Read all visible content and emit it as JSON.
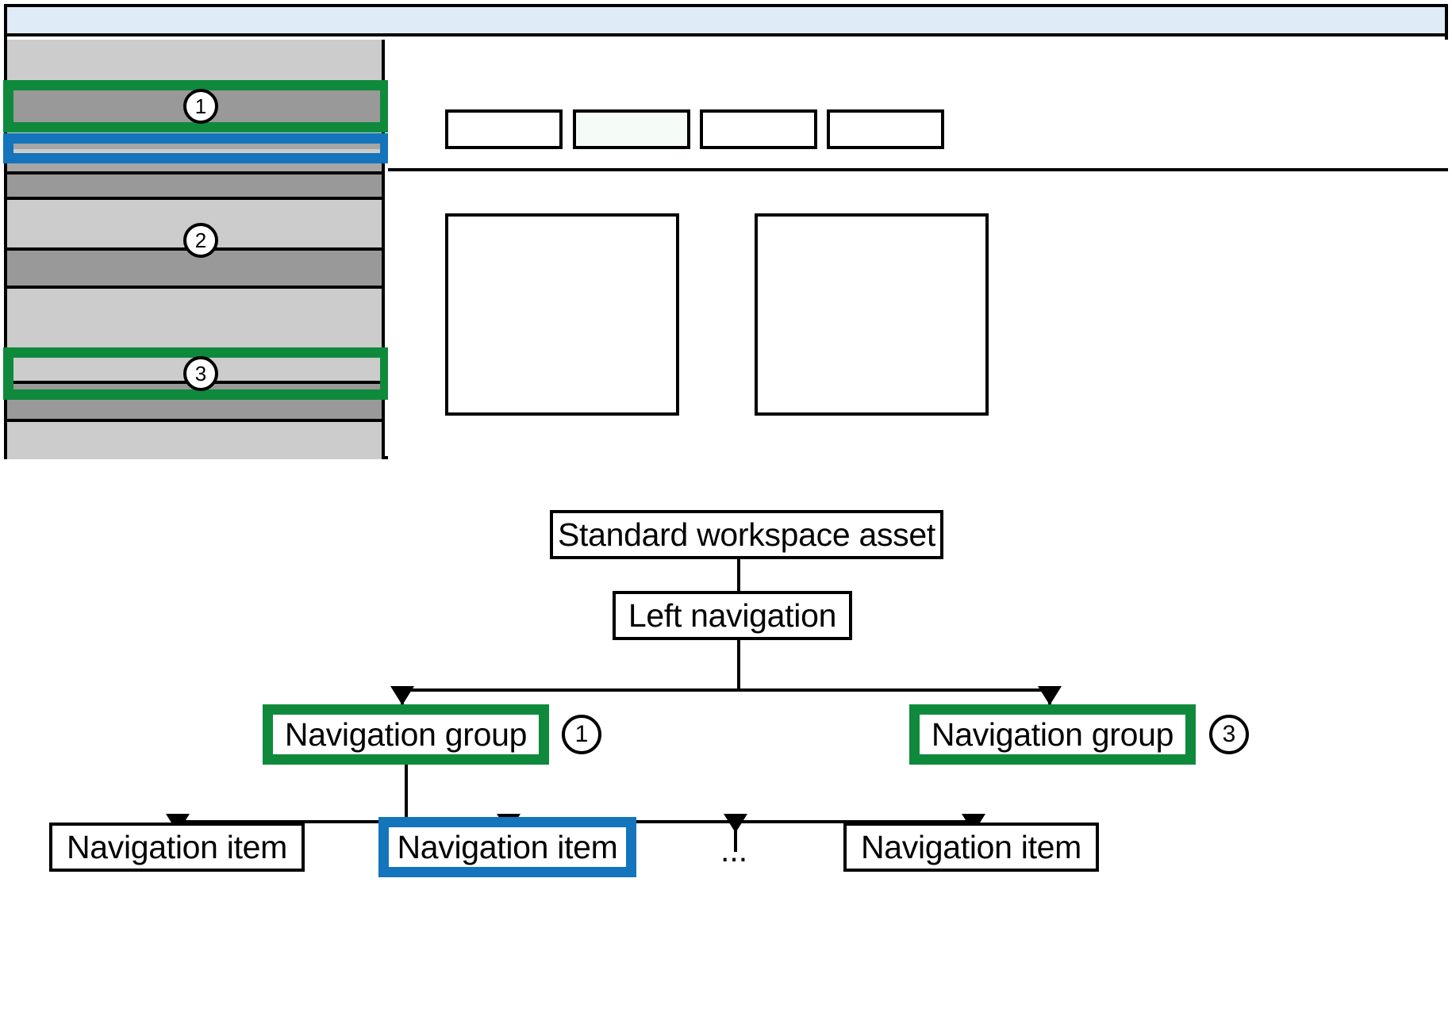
{
  "wireframe": {
    "title_bar": {
      "name": "title-bar",
      "color": "#dfebf7"
    },
    "sidebar": {
      "name": "left-navigation",
      "background": "#cccccc",
      "row_color": "#999999",
      "rows": [
        {
          "id": "group-1",
          "label": "",
          "highlight": "green",
          "marker": "1"
        },
        {
          "id": "item-selected",
          "label": "",
          "highlight": "blue",
          "marker": ""
        },
        {
          "id": "group-2",
          "label": "",
          "highlight": "none",
          "marker": "2"
        },
        {
          "id": "group-3",
          "label": "",
          "highlight": "green",
          "marker": "3"
        }
      ],
      "markers": [
        "1",
        "2",
        "3"
      ]
    },
    "toolbar": {
      "name": "content-toolbar",
      "boxes": [
        {
          "id": "toolbar-box-1",
          "state": "default"
        },
        {
          "id": "toolbar-box-2",
          "state": "highlighted"
        },
        {
          "id": "toolbar-box-3",
          "state": "default"
        },
        {
          "id": "toolbar-box-4",
          "state": "default"
        }
      ]
    },
    "content_cards": [
      {
        "id": "content-card-1"
      },
      {
        "id": "content-card-2"
      }
    ]
  },
  "colors": {
    "highlight_green": "#0f8a3c",
    "highlight_blue": "#1474bc",
    "title_bar": "#dfebf7",
    "sidebar_bg": "#cccccc",
    "sidebar_row": "#999999",
    "outline": "#000000"
  },
  "tree": {
    "root": {
      "label": "Standard workspace asset"
    },
    "level2": {
      "label": "Left navigation"
    },
    "groups": [
      {
        "label": "Navigation group",
        "marker": "1",
        "highlight": "green"
      },
      {
        "label": "Navigation group",
        "marker": "3",
        "highlight": "green"
      }
    ],
    "items": [
      {
        "label": "Navigation item",
        "highlight": "none"
      },
      {
        "label": "Navigation item",
        "highlight": "blue"
      },
      {
        "label": "…",
        "highlight": "none",
        "is_ellipsis": true
      },
      {
        "label": "Navigation item",
        "highlight": "none"
      }
    ],
    "ellipsis": "..."
  }
}
